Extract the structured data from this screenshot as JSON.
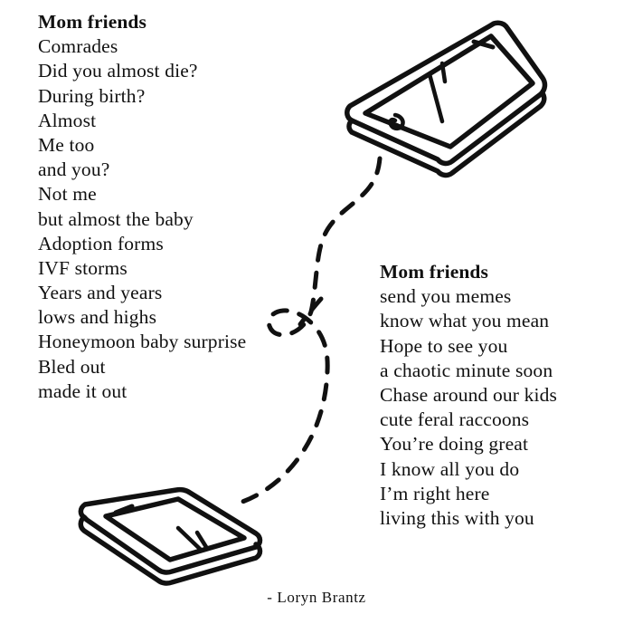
{
  "artwork": {
    "ink_color": "#111111",
    "background_color": "#ffffff",
    "top_phone": {
      "name": "smartphone-tilted",
      "glint_marks": 2,
      "has_home_button": true,
      "has_speaker_slot": true
    },
    "bottom_phone": {
      "name": "smartphone-flat",
      "glint_marks": 2,
      "has_home_button": false,
      "has_speaker_slot": true
    },
    "connector": {
      "name": "dashed-connection-line",
      "style": "dashed",
      "dash_length": 16,
      "dash_gap": 14,
      "stroke_width": 5
    }
  },
  "poem": {
    "left_column": {
      "heading": "Mom friends",
      "lines": [
        "Comrades",
        "Did you almost die?",
        "During birth?",
        "Almost",
        "Me too",
        "and you?",
        "Not me",
        "but almost the baby",
        "Adoption forms",
        "IVF storms",
        "Years and years",
        "lows and highs",
        "Honeymoon baby surprise",
        "Bled out",
        "made it out"
      ]
    },
    "right_column": {
      "heading": "Mom friends",
      "lines": [
        "send you memes",
        "know what you mean",
        "Hope to see you",
        "a chaotic minute soon",
        "Chase around our kids",
        "cute feral raccoons",
        "You’re doing great",
        "I know all you do",
        "I’m right here",
        "living this with you"
      ]
    }
  },
  "attribution": "- Loryn Brantz"
}
